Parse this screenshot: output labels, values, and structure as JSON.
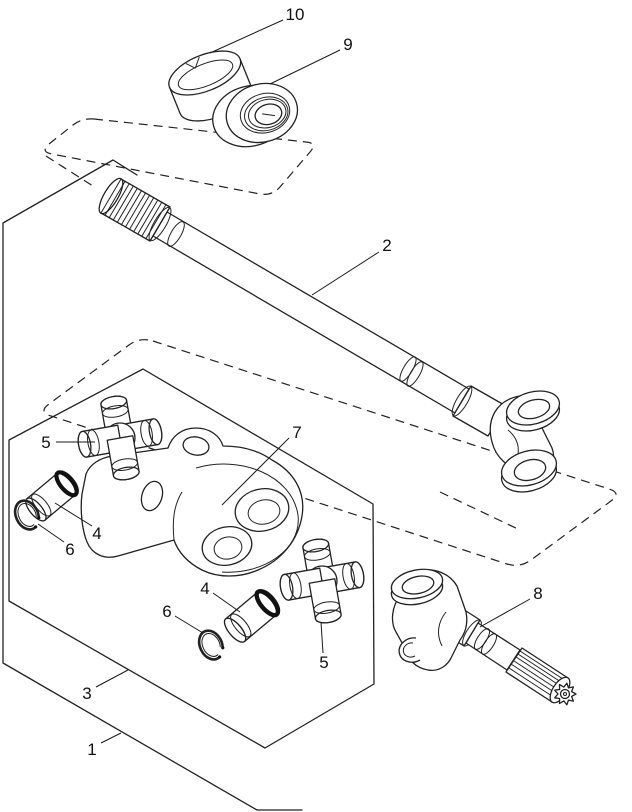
{
  "diagram": {
    "background": "#ffffff",
    "line_color": "#222222",
    "description": "Exploded parts diagram of a front axle shaft with universal joint components",
    "callouts": [
      {
        "number": "10",
        "part": "retainer-collar"
      },
      {
        "number": "9",
        "part": "seal-bearing-ring"
      },
      {
        "number": "2",
        "part": "axle-shaft"
      },
      {
        "number": "5",
        "part": "u-joint-spider-upper"
      },
      {
        "number": "4",
        "part": "bearing-cup-upper"
      },
      {
        "number": "6",
        "part": "snap-ring-upper"
      },
      {
        "number": "7",
        "part": "center-yoke"
      },
      {
        "number": "4",
        "part": "bearing-cup-lower"
      },
      {
        "number": "6",
        "part": "snap-ring-lower"
      },
      {
        "number": "5",
        "part": "u-joint-spider-lower"
      },
      {
        "number": "8",
        "part": "stub-shaft-yoke"
      },
      {
        "number": "3",
        "part": "inner-kit-outline"
      },
      {
        "number": "1",
        "part": "outer-kit-outline"
      }
    ]
  }
}
